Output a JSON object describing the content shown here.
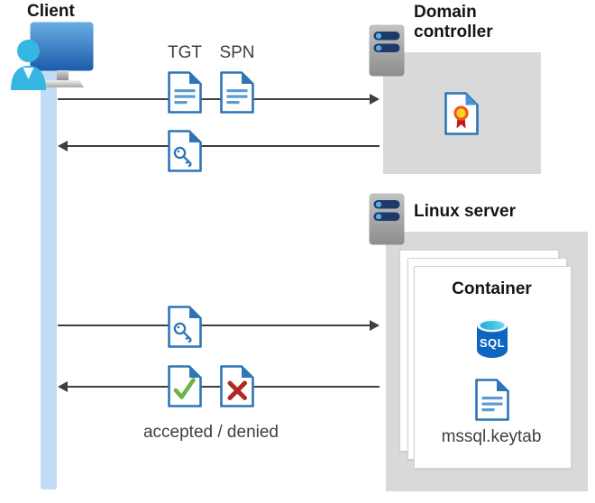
{
  "client": {
    "label": "Client"
  },
  "domain_controller": {
    "label": "Domain controller"
  },
  "linux_server": {
    "label": "Linux server"
  },
  "container": {
    "label": "Container",
    "sql_badge": "SQL",
    "keytab_label": "mssql.keytab"
  },
  "flow": {
    "tgt_label": "TGT",
    "spn_label": "SPN",
    "accepted_denied_label": "accepted / denied"
  },
  "icons": {
    "client": "user-workstation-icon",
    "domain_controller": "server-icon",
    "linux_server": "server-icon",
    "tgt": "document-icon",
    "spn": "document-icon",
    "ticket": "key-document-icon",
    "certificate": "certificate-icon",
    "accepted": "check-document-icon",
    "denied": "cross-document-icon",
    "database": "sql-database-icon",
    "keytab": "document-icon"
  },
  "colors": {
    "accent_blue": "#2e75b6",
    "doc_line_blue": "#5b9bd5",
    "lifeline_blue": "#c2dcf8",
    "box_gray": "#d9d9d9",
    "arrow_gray": "#3f3f3f",
    "check_green": "#6ab344",
    "cross_red": "#b02822",
    "sql_body_blue": "#0e65c2",
    "sql_top_cyan": "#35c1e1",
    "server_pill_navy": "#1e3a69",
    "rosette_yellow": "#ffd21e",
    "rosette_ring_orange": "#f0561d",
    "ribbon_red": "#c4161c"
  }
}
